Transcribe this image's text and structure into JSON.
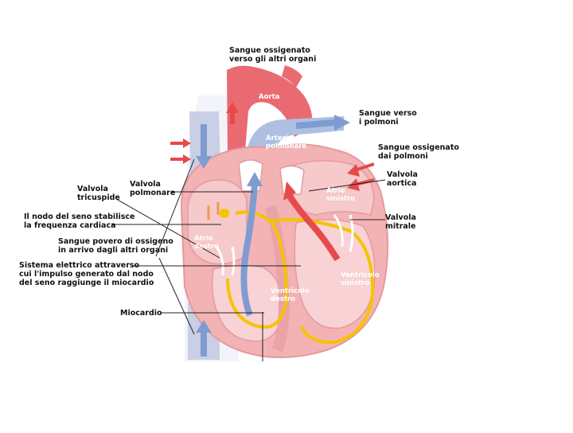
{
  "labels": {
    "sangue_ossigenato_altri_organi": [
      "Sangue ossigenato",
      "verso gli altri organi"
    ],
    "sangue_verso_polmoni": [
      "Sangue verso",
      "i polmoni"
    ],
    "sangue_ossigenato_polmoni": [
      "Sangue ossigenato",
      "dai polmoni"
    ],
    "valvola_aortica": [
      "Valvola",
      "aortica"
    ],
    "valvola_mitrale": [
      "Valvola",
      "mitrale"
    ],
    "valvola_polmonare": [
      "Valvola",
      "polmonare"
    ],
    "valvola_tricuspide": [
      "Valvola",
      "tricuspide"
    ],
    "nodo_seno": [
      "Il nodo del seno stabilisce",
      "la frequenza cardiaca"
    ],
    "sangue_povero": [
      "Sangue povero di ossigeno",
      "in arrivo dagli altri organi"
    ],
    "sistema_elettrico": [
      "Sistema elettrico attraverso",
      "cui l'impulso generato dal nodo",
      "del seno raggiunge il miocardio"
    ],
    "miocardio": [
      "Miocardio"
    ]
  },
  "image_labels": {
    "aorta": [
      "Aorta"
    ],
    "arteria_polmonare": [
      "Arteria",
      "polmonare"
    ],
    "atrio_sinistro": [
      "Atrio",
      "sinistro"
    ],
    "atrio_destro": [
      "Atrio",
      "destro"
    ],
    "ventricolo_destro": [
      "Ventricolo",
      "destro"
    ],
    "ventricolo_sinistro": [
      "Ventricolo",
      "sinistro"
    ]
  },
  "colors": {
    "oxygenated": "#e64a4a",
    "deoxygenated": "#7f9cd0",
    "myocardium": "#f3b3b5",
    "conduction": "#f5c400"
  }
}
